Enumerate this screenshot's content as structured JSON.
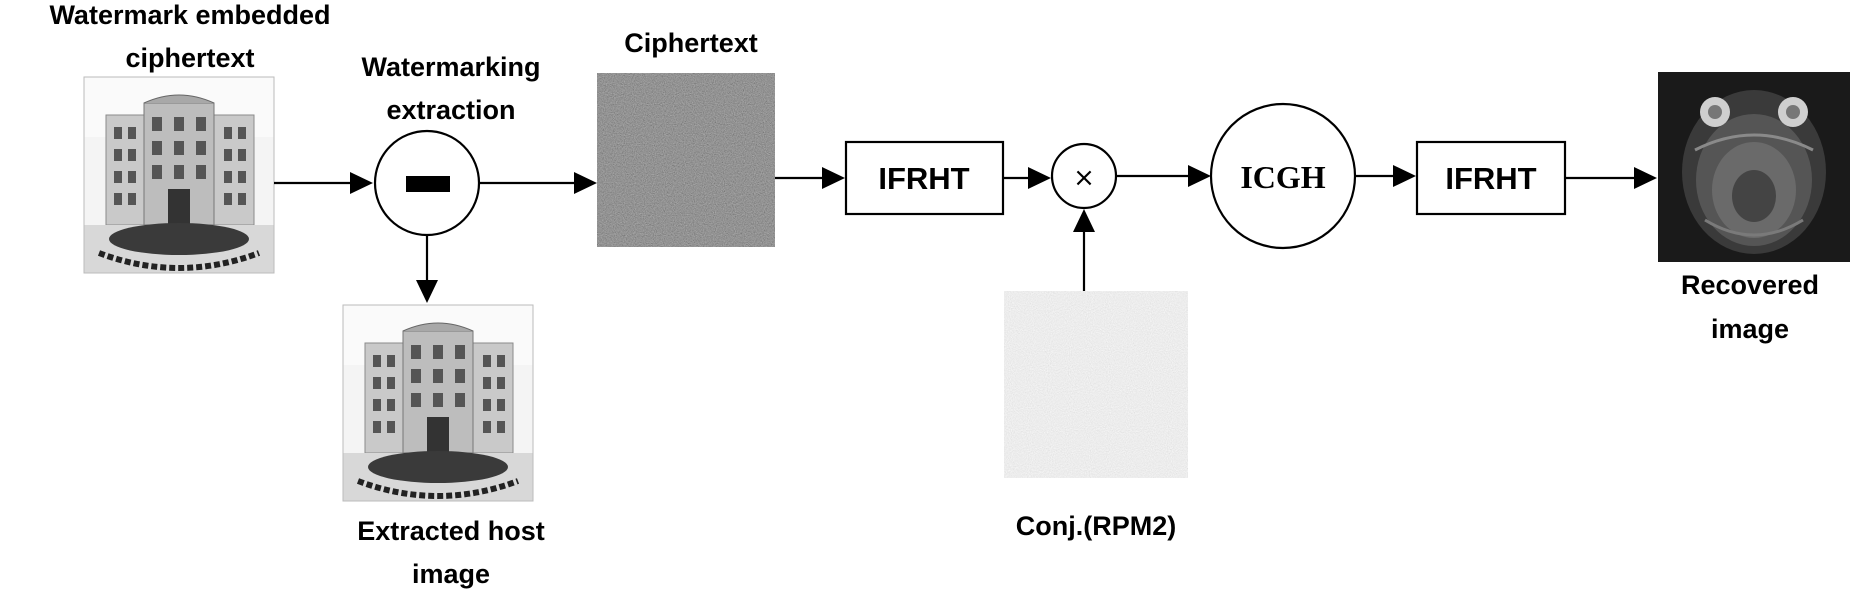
{
  "labels": {
    "watermark_embedded_line1": "Watermark embedded",
    "watermark_embedded_line2": "ciphertext",
    "watermarking_line1": "Watermarking",
    "watermarking_line2": "extraction",
    "ciphertext": "Ciphertext",
    "extracted_line1": "Extracted host",
    "extracted_line2": "image",
    "conj_rpm2": "Conj.(RPM2)",
    "recovered_line1": "Recovered",
    "recovered_line2": "image"
  },
  "blocks": {
    "ifrht_1": "IFRHT",
    "multiply": "×",
    "icgh": "ICGH",
    "ifrht_2": "IFRHT"
  },
  "colors": {
    "ciphertext_noise": "#4a4a4a",
    "rpm2_noise": "#d6d6d6",
    "recovered_bg": "#1a1a1a"
  },
  "icons": {
    "subtract": "minus-bar-icon",
    "multiply": "multiply-icon"
  }
}
